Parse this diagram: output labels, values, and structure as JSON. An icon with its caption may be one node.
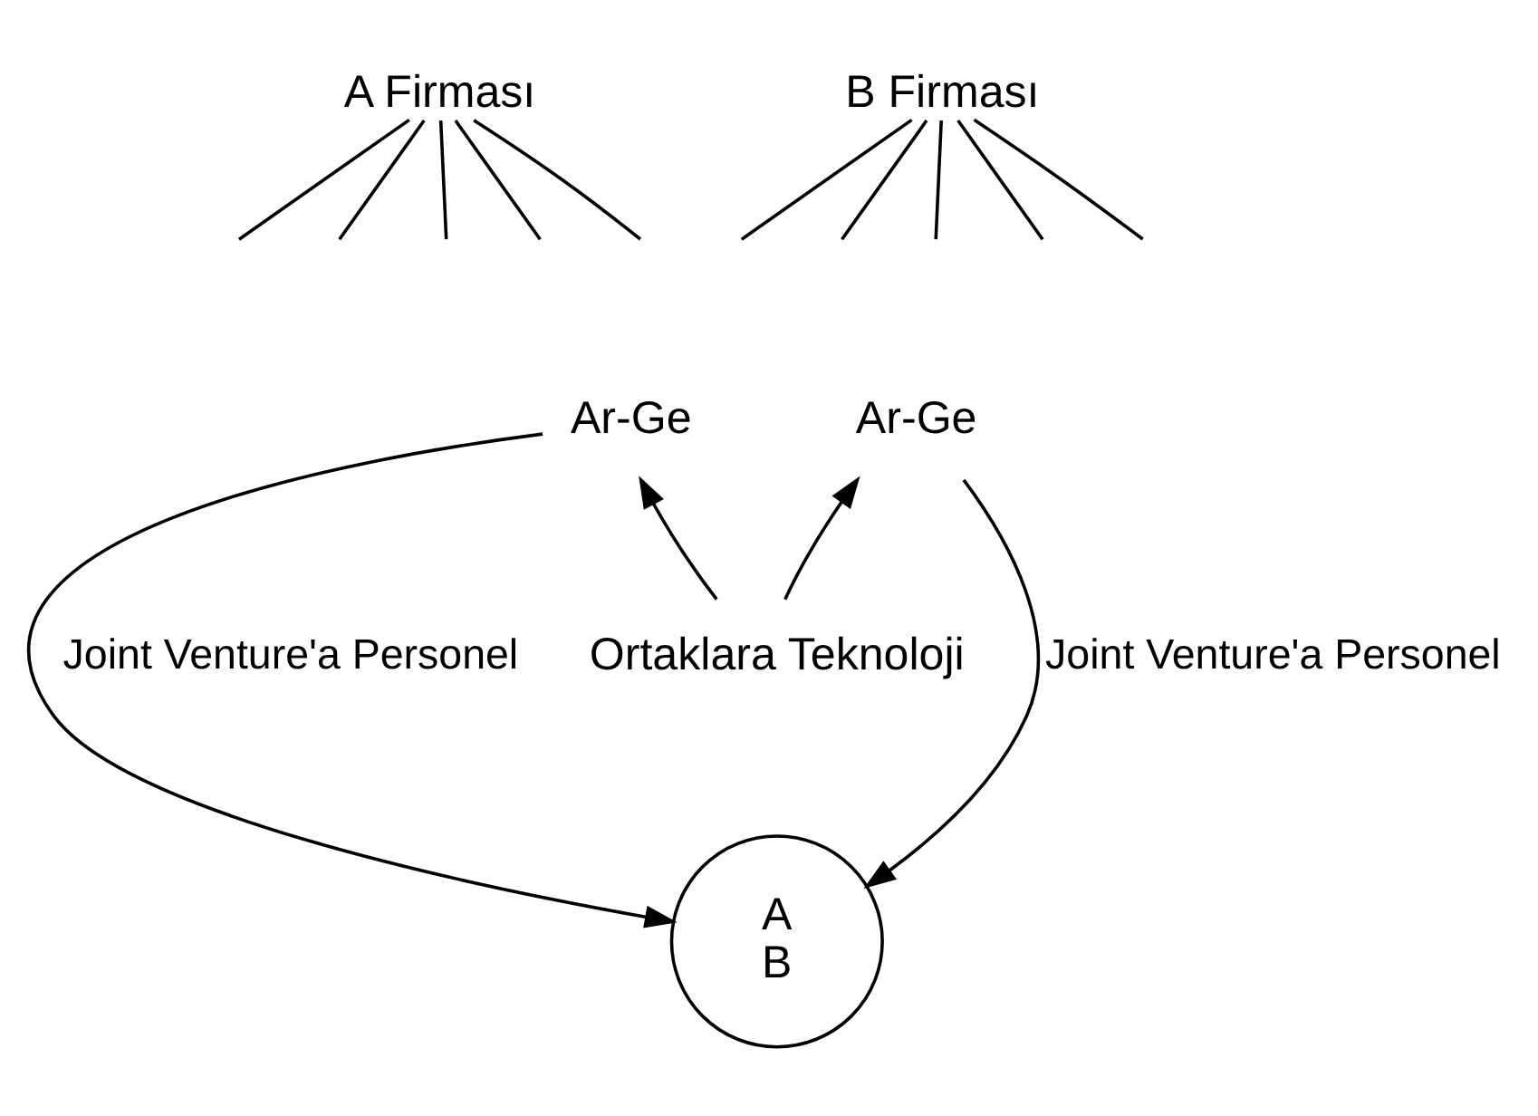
{
  "diagram": {
    "nodes": [
      {
        "text": [
          "A Firması"
        ]
      },
      {
        "text": [
          "B Firması"
        ]
      },
      {
        "text": [
          "Ar-Ge"
        ]
      },
      {
        "text": [
          "Ar-Ge"
        ]
      },
      {
        "text": [
          "Ortaklara Teknoloji"
        ]
      },
      {
        "text": [
          "A",
          "B"
        ]
      }
    ],
    "edges": [
      {
        "from": 0,
        "to": null,
        "arrow": "none"
      },
      {
        "from": 0,
        "to": null,
        "arrow": "none"
      },
      {
        "from": 0,
        "to": null,
        "arrow": "none"
      },
      {
        "from": 0,
        "to": null,
        "arrow": "none"
      },
      {
        "from": 0,
        "to": null,
        "arrow": "none"
      },
      {
        "from": 1,
        "to": null,
        "arrow": "none"
      },
      {
        "from": 1,
        "to": null,
        "arrow": "none"
      },
      {
        "from": 1,
        "to": null,
        "arrow": "none"
      },
      {
        "from": 1,
        "to": null,
        "arrow": "none"
      },
      {
        "from": 1,
        "to": null,
        "arrow": "none"
      },
      {
        "from": 4,
        "to": 2,
        "arrow": "to"
      },
      {
        "from": 4,
        "to": 3,
        "arrow": "to"
      },
      {
        "from": 2,
        "to": 5,
        "arrow": "to",
        "label": "Joint Venture'a Personel"
      },
      {
        "from": 3,
        "to": 5,
        "arrow": "to",
        "label": "Joint Venture'a Personel"
      }
    ]
  }
}
